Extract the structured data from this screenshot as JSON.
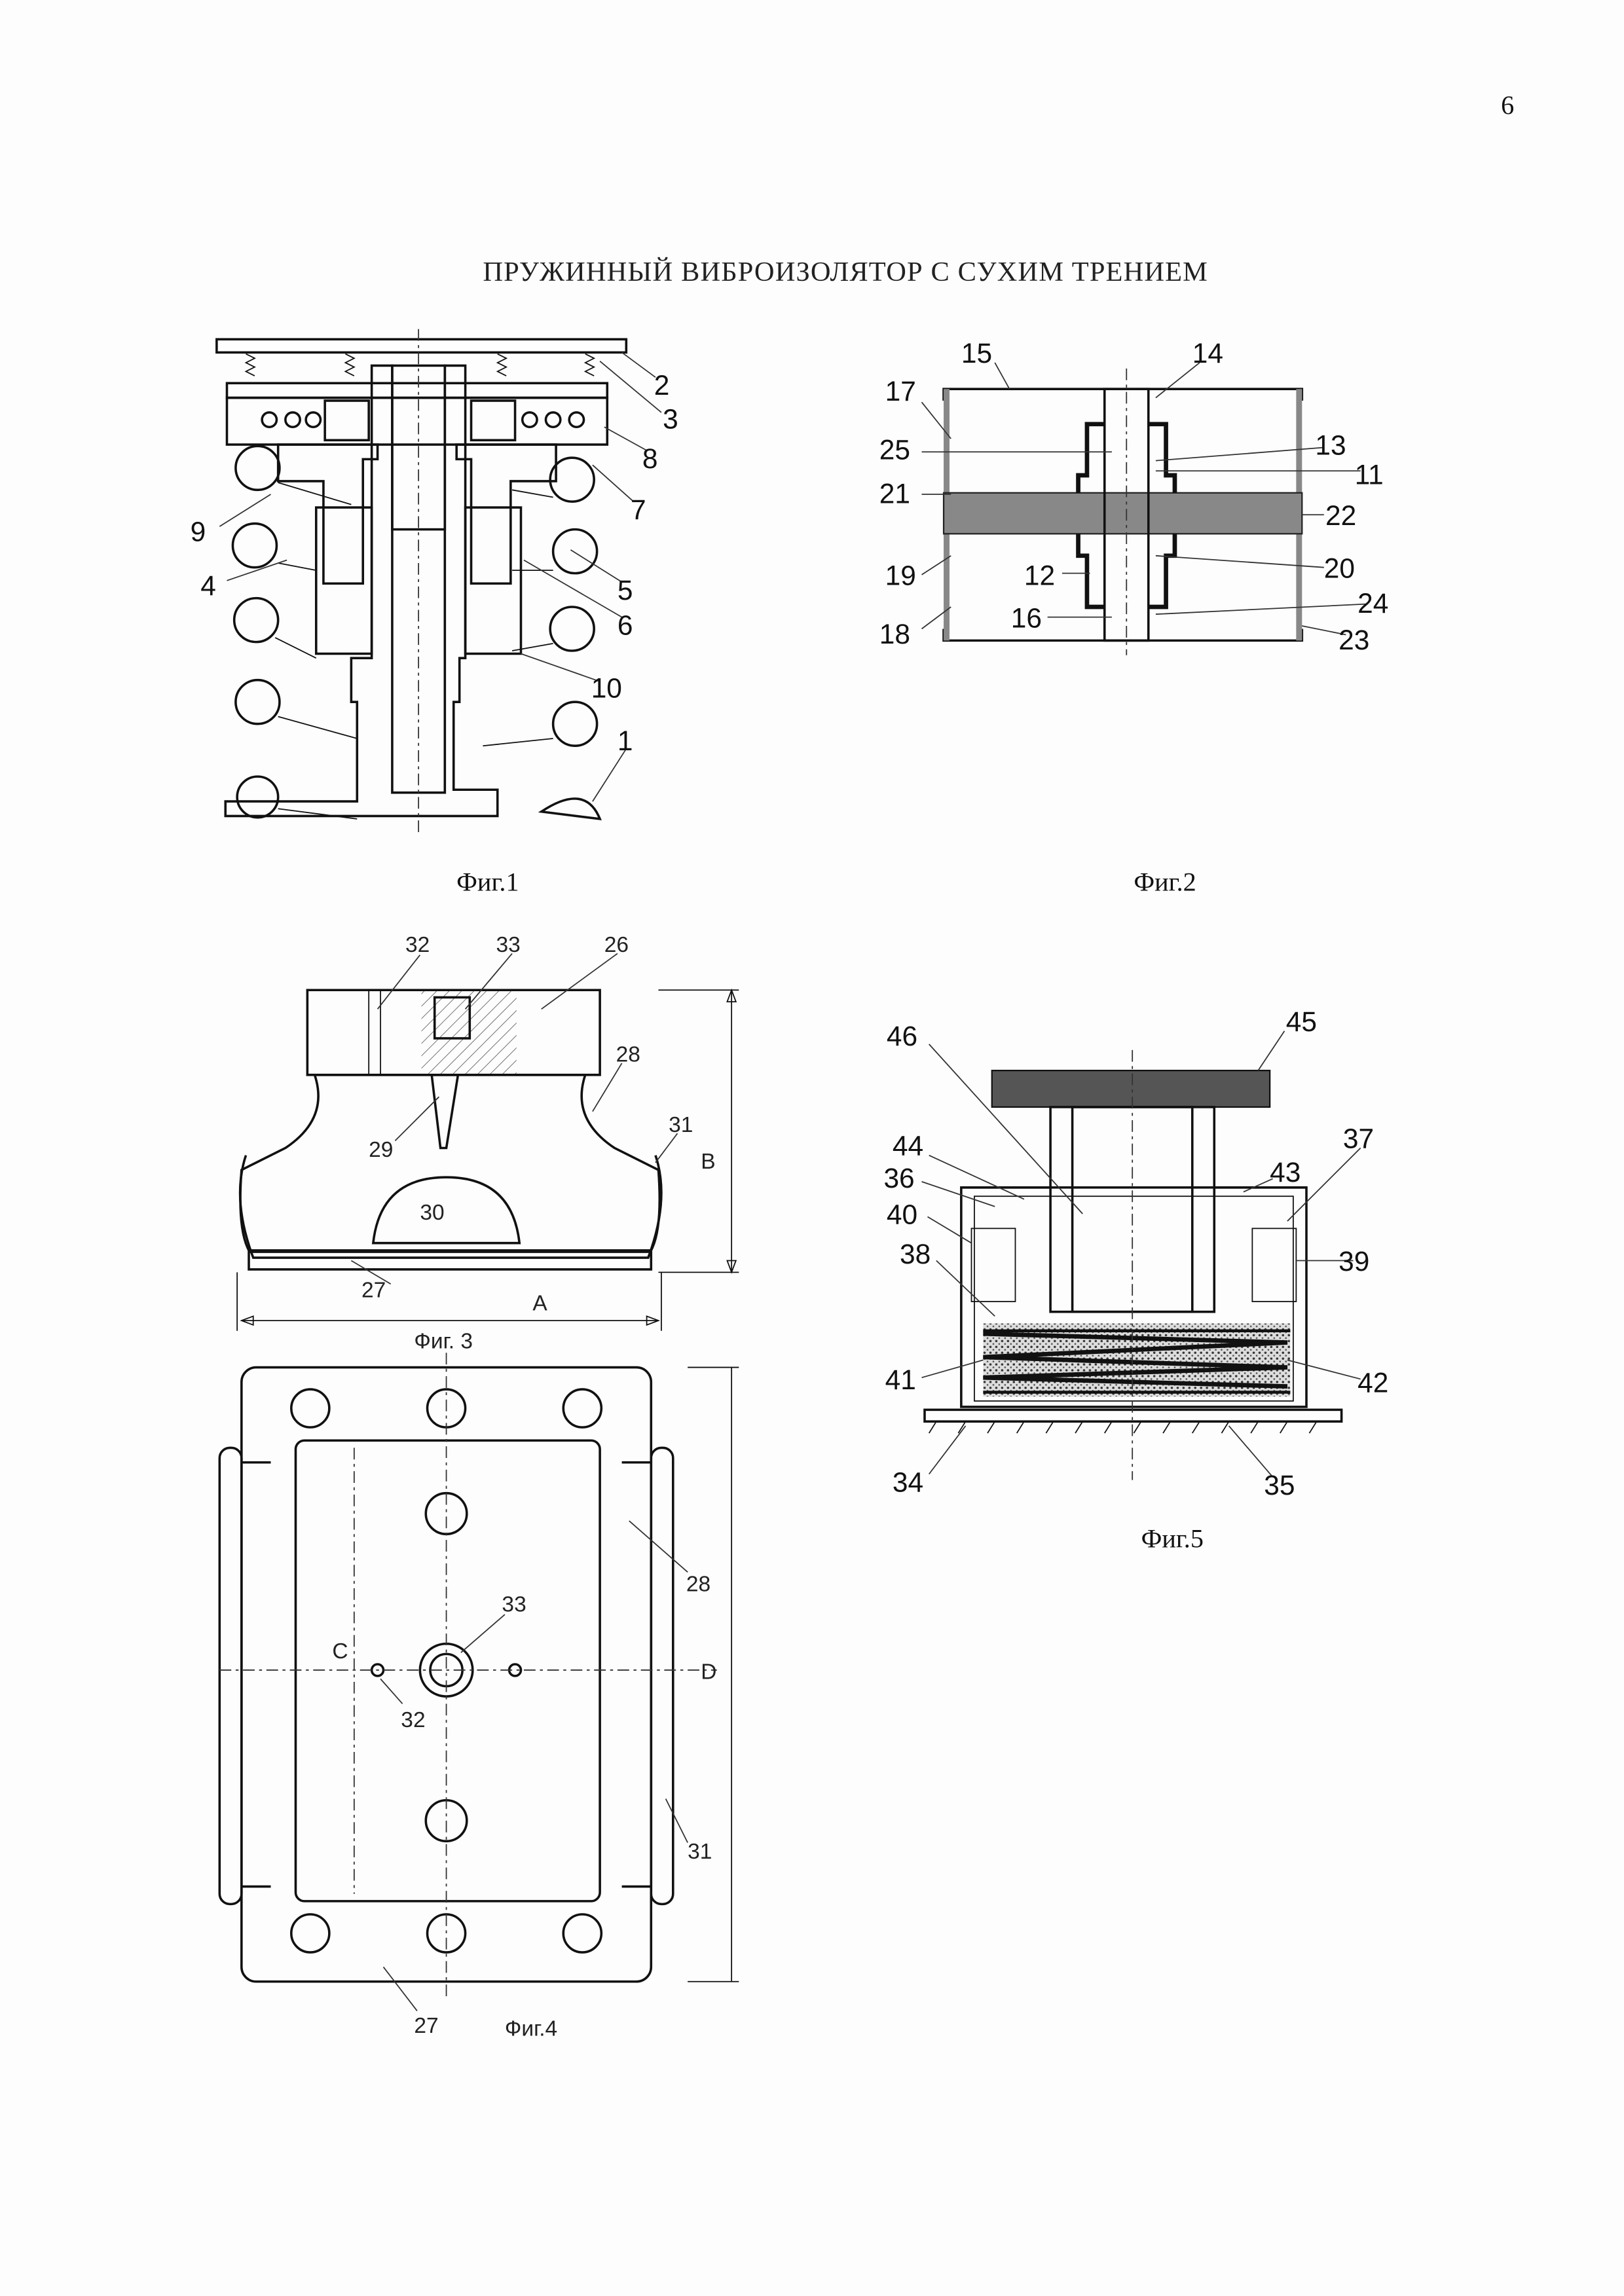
{
  "page_number": "6",
  "title": "ПРУЖИННЫЙ ВИБРОИЗОЛЯТОР С СУХИМ ТРЕНИЕМ",
  "figures": {
    "fig1": {
      "caption": "Фиг.1",
      "labels": [
        "2",
        "3",
        "8",
        "7",
        "9",
        "4",
        "5",
        "6",
        "10",
        "1"
      ]
    },
    "fig2": {
      "caption": "Фиг.2",
      "labels": [
        "15",
        "14",
        "17",
        "25",
        "13",
        "11",
        "21",
        "22",
        "19",
        "12",
        "20",
        "24",
        "18",
        "16",
        "23"
      ]
    },
    "fig3": {
      "caption": "Фиг. 3",
      "labels": [
        "32",
        "33",
        "26",
        "28",
        "29",
        "31",
        "30",
        "B",
        "27",
        "A"
      ]
    },
    "fig4": {
      "caption": "Фиг.4",
      "labels": [
        "33",
        "28",
        "C",
        "D",
        "32",
        "31",
        "27"
      ]
    },
    "fig5": {
      "caption": "Фиг.5",
      "labels": [
        "46",
        "45",
        "44",
        "36",
        "43",
        "37",
        "40",
        "39",
        "38",
        "41",
        "42",
        "34",
        "35"
      ]
    }
  }
}
